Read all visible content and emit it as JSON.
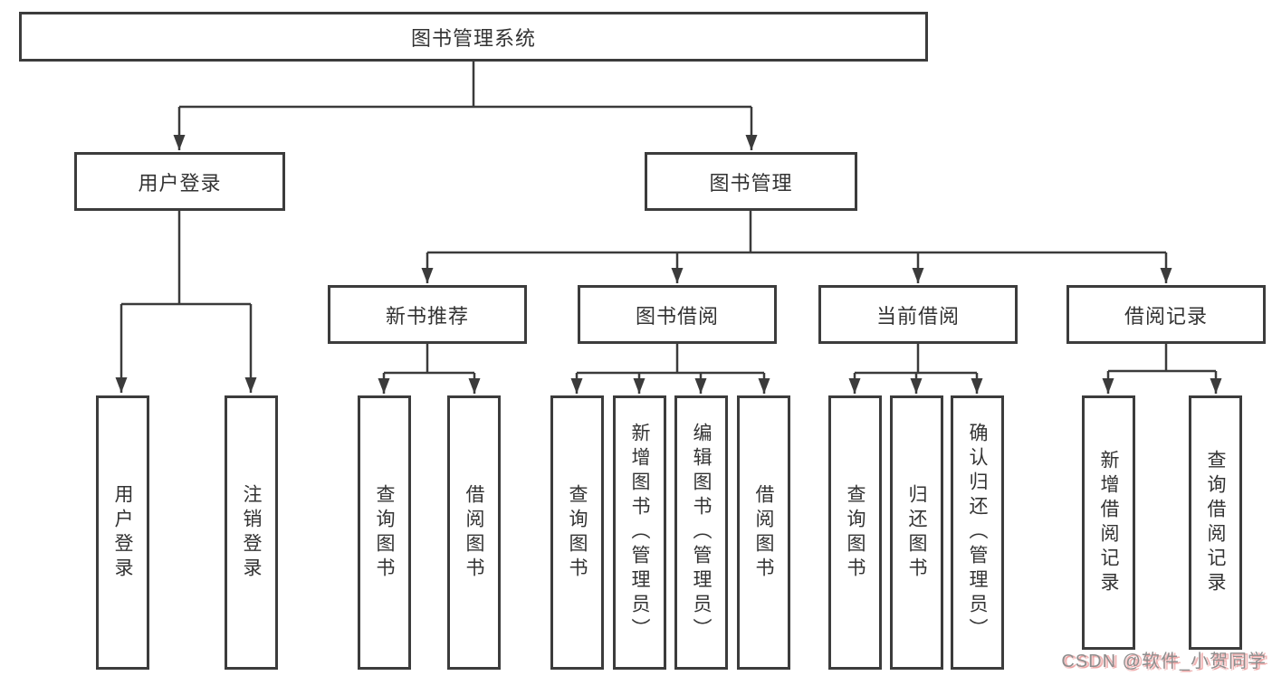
{
  "diagram": {
    "nodes": {
      "root": {
        "label": "图书管理系统"
      },
      "user_login": {
        "label": "用户登录"
      },
      "book_mgmt": {
        "label": "图书管理"
      },
      "new_book_rec": {
        "label": "新书推荐"
      },
      "book_borrow": {
        "label": "图书借阅"
      },
      "current_borrow": {
        "label": "当前借阅"
      },
      "borrow_records": {
        "label": "借阅记录"
      },
      "leaf_user_login": {
        "label": "用户登录"
      },
      "leaf_logout": {
        "label": "注销登录"
      },
      "leaf_nbr_query_book": {
        "label": "查询图书"
      },
      "leaf_nbr_borrow_book": {
        "label": "借阅图书"
      },
      "leaf_bb_query_book": {
        "label": "查询图书"
      },
      "leaf_bb_add_book_admin": {
        "label": "新增图书（管理员）"
      },
      "leaf_bb_edit_book_admin": {
        "label": "编辑图书（管理员）"
      },
      "leaf_bb_borrow_book": {
        "label": "借阅图书"
      },
      "leaf_cb_query_book": {
        "label": "查询图书"
      },
      "leaf_cb_return_book": {
        "label": "归还图书"
      },
      "leaf_cb_confirm_return_admin": {
        "label": "确认归还（管理员）"
      },
      "leaf_br_add_record": {
        "label": "新增借阅记录"
      },
      "leaf_br_query_record": {
        "label": "查询借阅记录"
      }
    },
    "colors": {
      "line": "#3b3b3b",
      "box_border": "#3c3c3c",
      "text": "#333333",
      "background": "#ffffff",
      "watermark_gray": "#8e8e8e",
      "watermark_red": "#e57878"
    }
  },
  "watermark": {
    "text": "CSDN @软件_小贺同学"
  }
}
